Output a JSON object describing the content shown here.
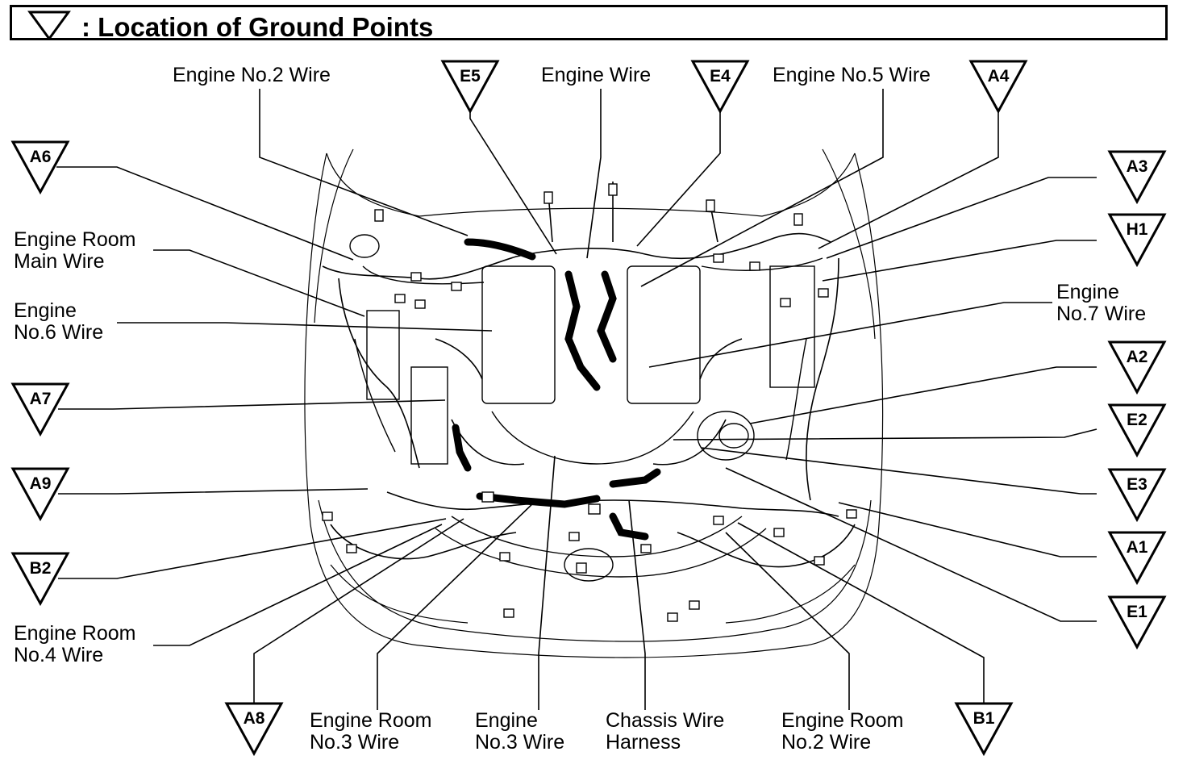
{
  "title": "Location of Ground Points",
  "title_prefix": ":",
  "markers": [
    {
      "id": "a6",
      "code": "A6"
    },
    {
      "id": "e5",
      "code": "E5"
    },
    {
      "id": "e4",
      "code": "E4"
    },
    {
      "id": "a4",
      "code": "A4"
    },
    {
      "id": "a3",
      "code": "A3"
    },
    {
      "id": "h1",
      "code": "H1"
    },
    {
      "id": "a2",
      "code": "A2"
    },
    {
      "id": "e2",
      "code": "E2"
    },
    {
      "id": "e3",
      "code": "E3"
    },
    {
      "id": "a1",
      "code": "A1"
    },
    {
      "id": "e1",
      "code": "E1"
    },
    {
      "id": "a7",
      "code": "A7"
    },
    {
      "id": "a9",
      "code": "A9"
    },
    {
      "id": "b2",
      "code": "B2"
    },
    {
      "id": "a8",
      "code": "A8"
    },
    {
      "id": "b1",
      "code": "B1"
    }
  ],
  "labels": {
    "engine_no2_wire": "Engine No.2 Wire",
    "engine_wire": "Engine Wire",
    "engine_no5_wire": "Engine No.5 Wire",
    "engine_room_main_wire": [
      "Engine Room",
      "Main Wire"
    ],
    "engine_no6_wire": [
      "Engine",
      "No.6 Wire"
    ],
    "engine_no7_wire": [
      "Engine",
      "No.7 Wire"
    ],
    "engine_room_no4_wire": [
      "Engine Room",
      "No.4 Wire"
    ],
    "engine_room_no3_wire": [
      "Engine Room",
      "No.3 Wire"
    ],
    "engine_no3_wire": [
      "Engine",
      "No.3 Wire"
    ],
    "chassis_wire_harness": [
      "Chassis Wire",
      "Harness"
    ],
    "engine_room_no2_wire": [
      "Engine Room",
      "No.2 Wire"
    ]
  }
}
